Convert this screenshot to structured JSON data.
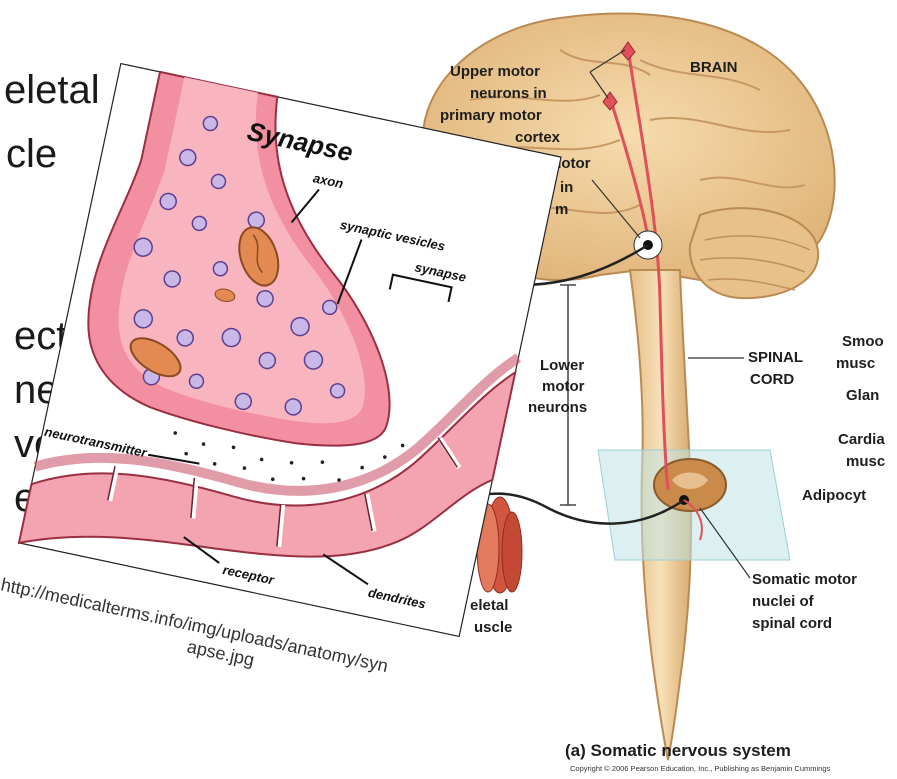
{
  "slide": {
    "fragments": [
      "eletal",
      "cle",
      "ect",
      "ne",
      "ve",
      "en"
    ]
  },
  "brain_figure": {
    "labels": {
      "brain": "BRAIN",
      "upper_motor": [
        "Upper motor",
        "neurons in",
        "primary motor",
        "cortex"
      ],
      "partial_left": [
        "motor",
        "in",
        "m"
      ],
      "lower_motor": [
        "Lower",
        "motor",
        "neurons"
      ],
      "spinal_cord": [
        "SPINAL",
        "CORD"
      ],
      "smooth_muscle": [
        "Smoo",
        "musc"
      ],
      "glands": "Glan",
      "cardiac": [
        "Cardia",
        "musc"
      ],
      "adipocytes": "Adipocyt",
      "somatic_nuclei": [
        "Somatic motor",
        "nuclei of",
        "spinal cord"
      ],
      "skeletal_muscle": [
        "eletal",
        "uscle"
      ],
      "caption": "(a)  Somatic nervous system",
      "copyright": "Copyright © 2006 Pearson Education, Inc., Publishing as Benjamin Cummings"
    }
  },
  "synapse_figure": {
    "title": "Synapse",
    "labels": {
      "axon": "axon",
      "vesicles": "synaptic vesicles",
      "synapse": "synapse",
      "neurotransmitter": "neurotransmitter",
      "dendrites": "dendrites",
      "receptor": "receptor"
    },
    "source_lines": [
      "http://medicalterms.info/img/uploads/anatomy/syn",
      "apse.jpg"
    ]
  }
}
